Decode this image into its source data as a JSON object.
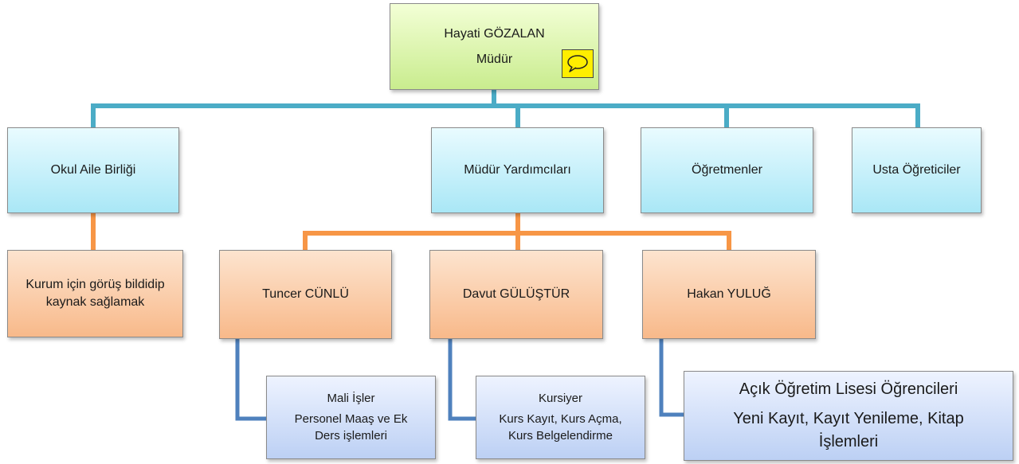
{
  "director": {
    "name": "Hayati GÖZALAN",
    "role": "Müdür"
  },
  "level1": {
    "okul_aile": "Okul Aile Birliği",
    "mudur_yrd": "Müdür Yardımcıları",
    "ogretmenler": "Öğretmenler",
    "usta": "Usta Öğreticiler"
  },
  "okul_aile_task": {
    "line1": "Kurum için görüş bildidip",
    "line2": "kaynak sağlamak"
  },
  "assistants": [
    {
      "name": "Tuncer CÜNLÜ"
    },
    {
      "name": "Davut GÜLÜŞTÜR"
    },
    {
      "name": "Hakan YULUĞ"
    }
  ],
  "duties": [
    {
      "title": "Mali İşler",
      "line1": "Personel Maaş ve Ek",
      "line2": "Ders işlemleri"
    },
    {
      "title": "Kursiyer",
      "line1": "Kurs Kayıt, Kurs Açma,",
      "line2": "Kurs Belgelendirme"
    },
    {
      "title": "Açık Öğretim Lisesi Öğrencileri",
      "line1": "Yeni Kayıt, Kayıt Yenileme, Kitap",
      "line2": "İşlemleri"
    }
  ],
  "colors": {
    "blue_connector": "#4bacc6",
    "orange_connector": "#f79646",
    "dark_connector": "#4f81bd",
    "note_icon": "#ffee00"
  }
}
